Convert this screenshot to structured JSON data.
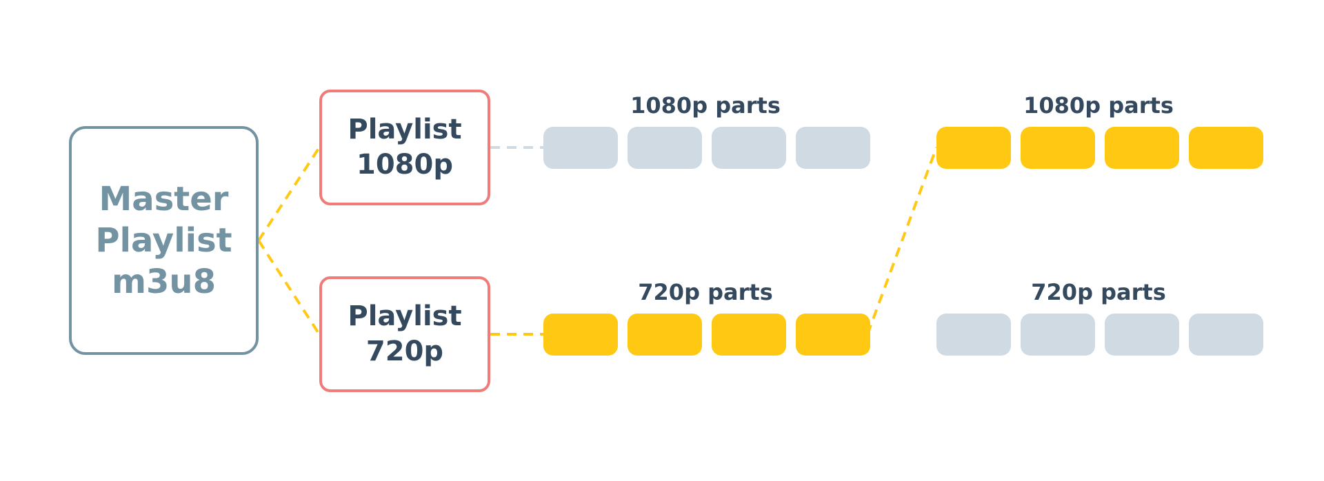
{
  "master": {
    "lines": [
      "Master",
      "Playlist",
      "m3u8"
    ]
  },
  "playlists": [
    {
      "lines": [
        "Playlist",
        "1080p"
      ]
    },
    {
      "lines": [
        "Playlist",
        "720p"
      ]
    }
  ],
  "segment_groups": [
    {
      "label": "1080p parts",
      "segments": 4,
      "active": false
    },
    {
      "label": "720p parts",
      "segments": 4,
      "active": true
    },
    {
      "label": "1080p parts",
      "segments": 4,
      "active": true
    },
    {
      "label": "720p parts",
      "segments": 4,
      "active": false
    }
  ],
  "colors": {
    "master_border": "#7393a3",
    "playlist_border": "#ef7c78",
    "active_segment": "#fec813",
    "inactive_segment": "#d0dae3",
    "active_connector": "#fec813",
    "inactive_connector": "#d0dae3",
    "label_text": "#34495e"
  }
}
